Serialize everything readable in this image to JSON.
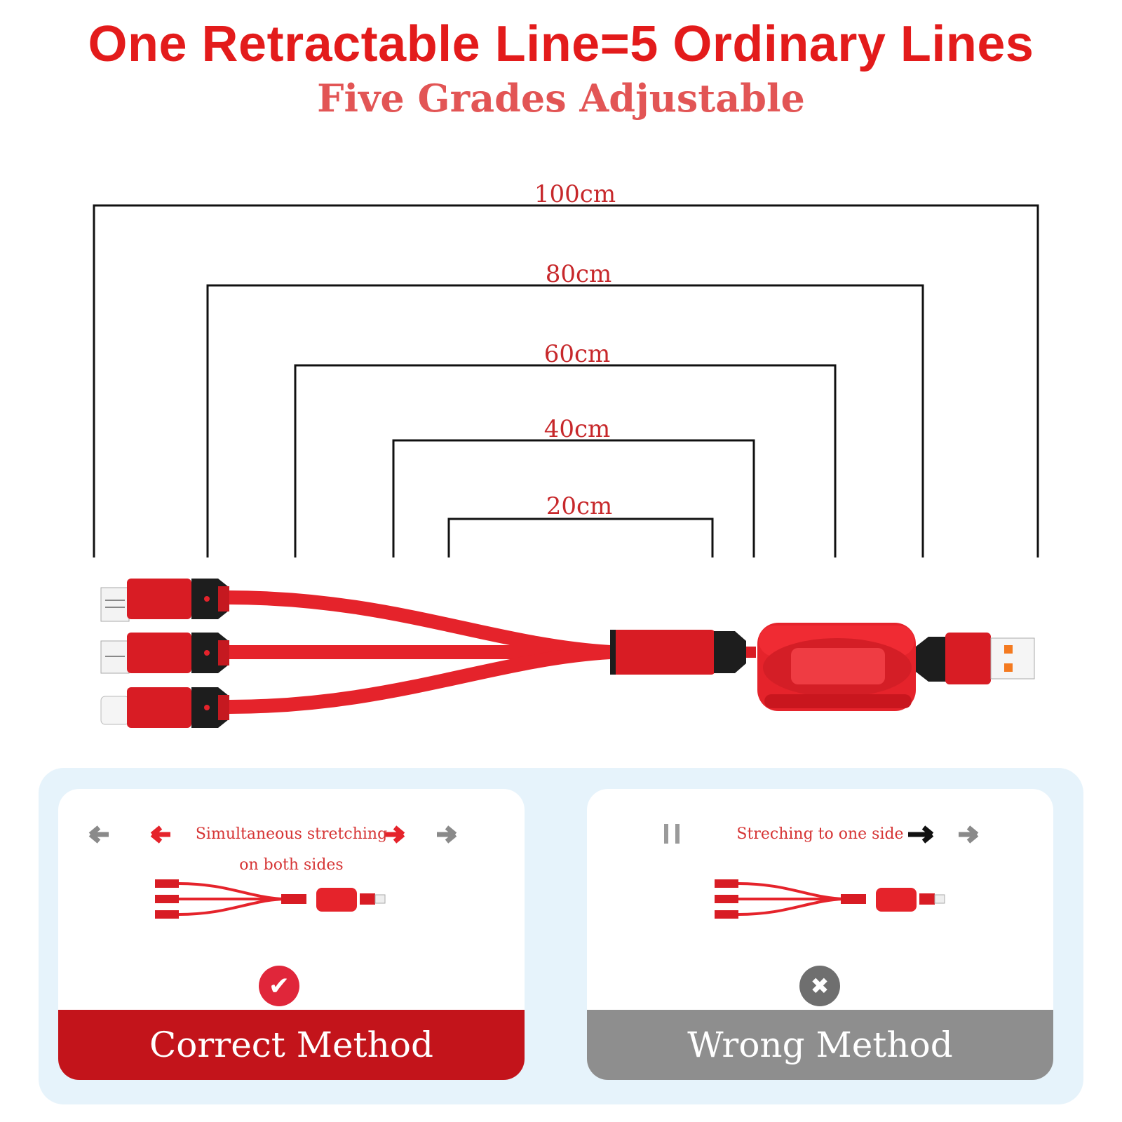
{
  "header": {
    "title": "One Retractable Line=5 Ordinary Lines",
    "subtitle": "Five Grades Adjustable"
  },
  "lengths": [
    "100cm",
    "80cm",
    "60cm",
    "40cm",
    "20cm"
  ],
  "colors": {
    "brand_red": "#e31b1b",
    "cable_red": "#e5232b",
    "correct_red": "#c3141b",
    "wrong_gray": "#8e8e8e",
    "panel_blue": "#e6f3fb"
  },
  "methods": {
    "correct": {
      "note_line1": "Simultaneous stretching",
      "note_line2": "on both sides",
      "label": "Correct Method",
      "icon": "check-icon"
    },
    "wrong": {
      "note_line1": "Streching to one side",
      "label": "Wrong Method",
      "icon": "close-icon"
    }
  },
  "glyphs": {
    "check": "✔",
    "cross": "✖"
  }
}
